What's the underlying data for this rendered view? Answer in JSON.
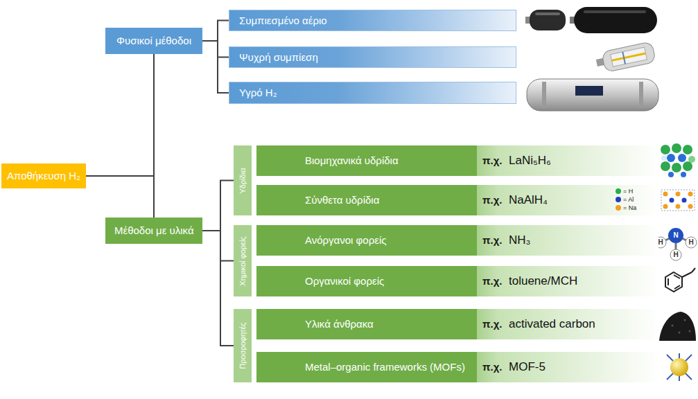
{
  "diagram": {
    "nodes": [
      {
        "text": [
          "Αποθήκευση H₂"
        ]
      },
      {
        "text": [
          "Φυσικοί μέθοδοι"
        ]
      },
      {
        "text": [
          "Συμπιεσμένο αέριο"
        ]
      },
      {
        "text": [
          "Ψυχρή συμπίεση"
        ]
      },
      {
        "text": [
          "Υγρό H₂"
        ]
      },
      {
        "text": [
          "Μέθοδοι με υλικά"
        ]
      },
      {
        "text": [
          "Υδρίδια"
        ]
      },
      {
        "text": [
          "Βιομηχανικά υδρίδια",
          "π.χ.",
          "LaNi₅H₆"
        ]
      },
      {
        "text": [
          "Σύνθετα υδρίδια",
          "π.χ.",
          "NaAlH₄"
        ]
      },
      {
        "text": [
          "Χημικοί φορείς"
        ]
      },
      {
        "text": [
          "Ανόργανοι φορείς",
          "π.χ.",
          "NH₃"
        ]
      },
      {
        "text": [
          "Οργανικοί φορείς",
          "π.χ.",
          "toluene/MCH"
        ]
      },
      {
        "text": [
          "Προσροφητές"
        ]
      },
      {
        "text": [
          "Υλικά άνθρακα",
          "π.χ.",
          "activated carbon"
        ]
      },
      {
        "text": [
          "Metal–organic frameworks (MOFs)",
          "π.χ.",
          "MOF-5"
        ]
      }
    ],
    "edges": [
      {
        "from": 0,
        "to": 1,
        "arrow": "none"
      },
      {
        "from": 0,
        "to": 5,
        "arrow": "none"
      },
      {
        "from": 1,
        "to": 2,
        "arrow": "none"
      },
      {
        "from": 1,
        "to": 3,
        "arrow": "none"
      },
      {
        "from": 1,
        "to": 4,
        "arrow": "none"
      },
      {
        "from": 5,
        "to": 6,
        "arrow": "none"
      },
      {
        "from": 5,
        "to": 9,
        "arrow": "none"
      },
      {
        "from": 5,
        "to": 12,
        "arrow": "none"
      }
    ],
    "labels": [
      "H",
      "N",
      "H",
      "H"
    ],
    "legend": [
      {
        "text": "= H",
        "color": "#22b14c"
      },
      {
        "text": "= Al",
        "color": "#1f3fbf"
      },
      {
        "text": "= Na",
        "color": "#f0a020"
      }
    ]
  }
}
